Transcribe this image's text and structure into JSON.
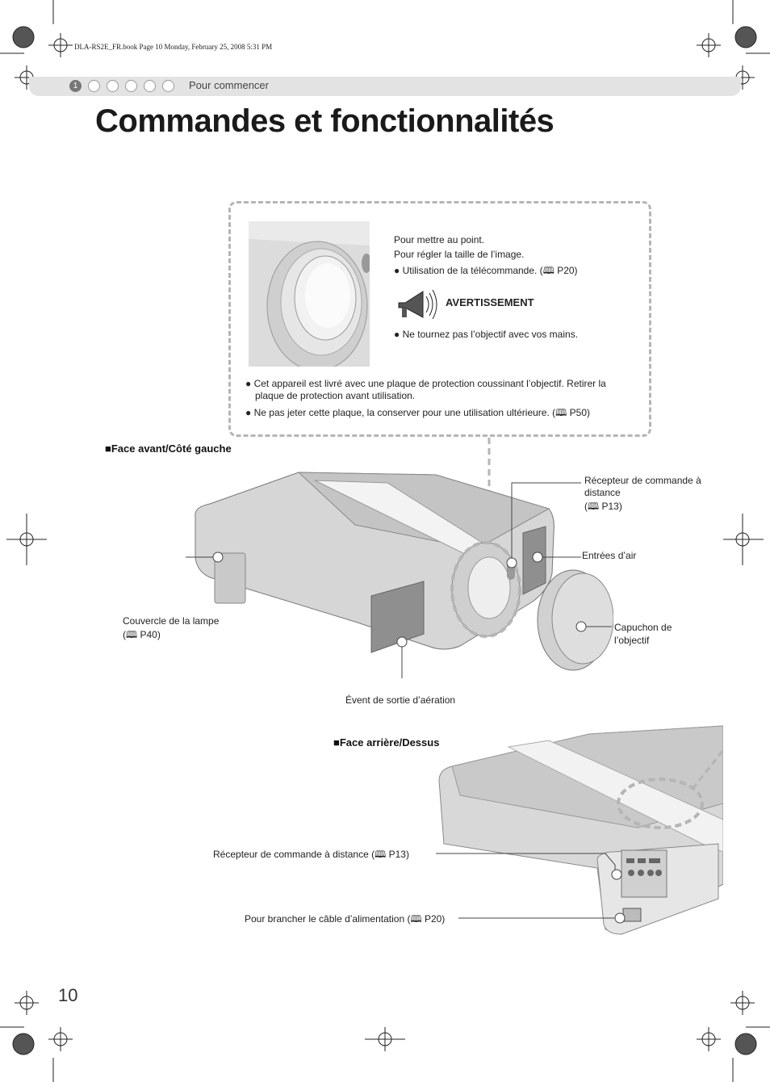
{
  "header": {
    "book_line": "DLA-RS2E_FR.book  Page 10  Monday, February 25, 2008  5:31 PM",
    "chapter_number": "1",
    "section_label": "Pour commencer"
  },
  "title": "Commandes et fonctionnalités",
  "note_box": {
    "line1": "Pour mettre au point.",
    "line2": "Pour régler la taille de l’image.",
    "bullet1": "Utilisation de la télécommande. (",
    "bullet1_ref": "P20)",
    "warning_title": "AVERTISSEMENT",
    "warning_bullet": "Ne tournez pas l’objectif avec vos mains.",
    "bullet2_line1": "Cet appareil est livré avec une plaque de protection coussinant l’objectif. Retirer la",
    "bullet2_line2": "plaque de protection avant utilisation.",
    "bullet3": "Ne pas jeter cette plaque, la conserver pour une utilisation ultérieure. (",
    "bullet3_ref": "P50)"
  },
  "front": {
    "heading": "Face avant/Côté gauche",
    "remote_receiver_l1": "Récepteur de commande à",
    "remote_receiver_l2": "distance",
    "remote_receiver_ref": "P13)",
    "air_intake": "Entrées d’air",
    "lamp_cover": "Couvercle de la lampe",
    "lamp_cover_ref": "P40)",
    "lens_cap_l1": "Capuchon de",
    "lens_cap_l2": "l’objectif",
    "exhaust": "Évent de sortie d’aération"
  },
  "rear": {
    "heading": "Face arrière/Dessus",
    "remote_receiver": "Récepteur de commande à distance (",
    "remote_receiver_ref": "P13)",
    "power_cable": "Pour brancher le câble d’alimentation (",
    "power_cable_ref": "P20)"
  },
  "page_number": "10",
  "colors": {
    "bar": "#e3e3e3",
    "dash": "#b5b5b5",
    "body": "#d9d9d9"
  },
  "icons": [
    "registration-mark-icon",
    "megaphone-icon",
    "book-icon",
    "bullet-icon"
  ]
}
